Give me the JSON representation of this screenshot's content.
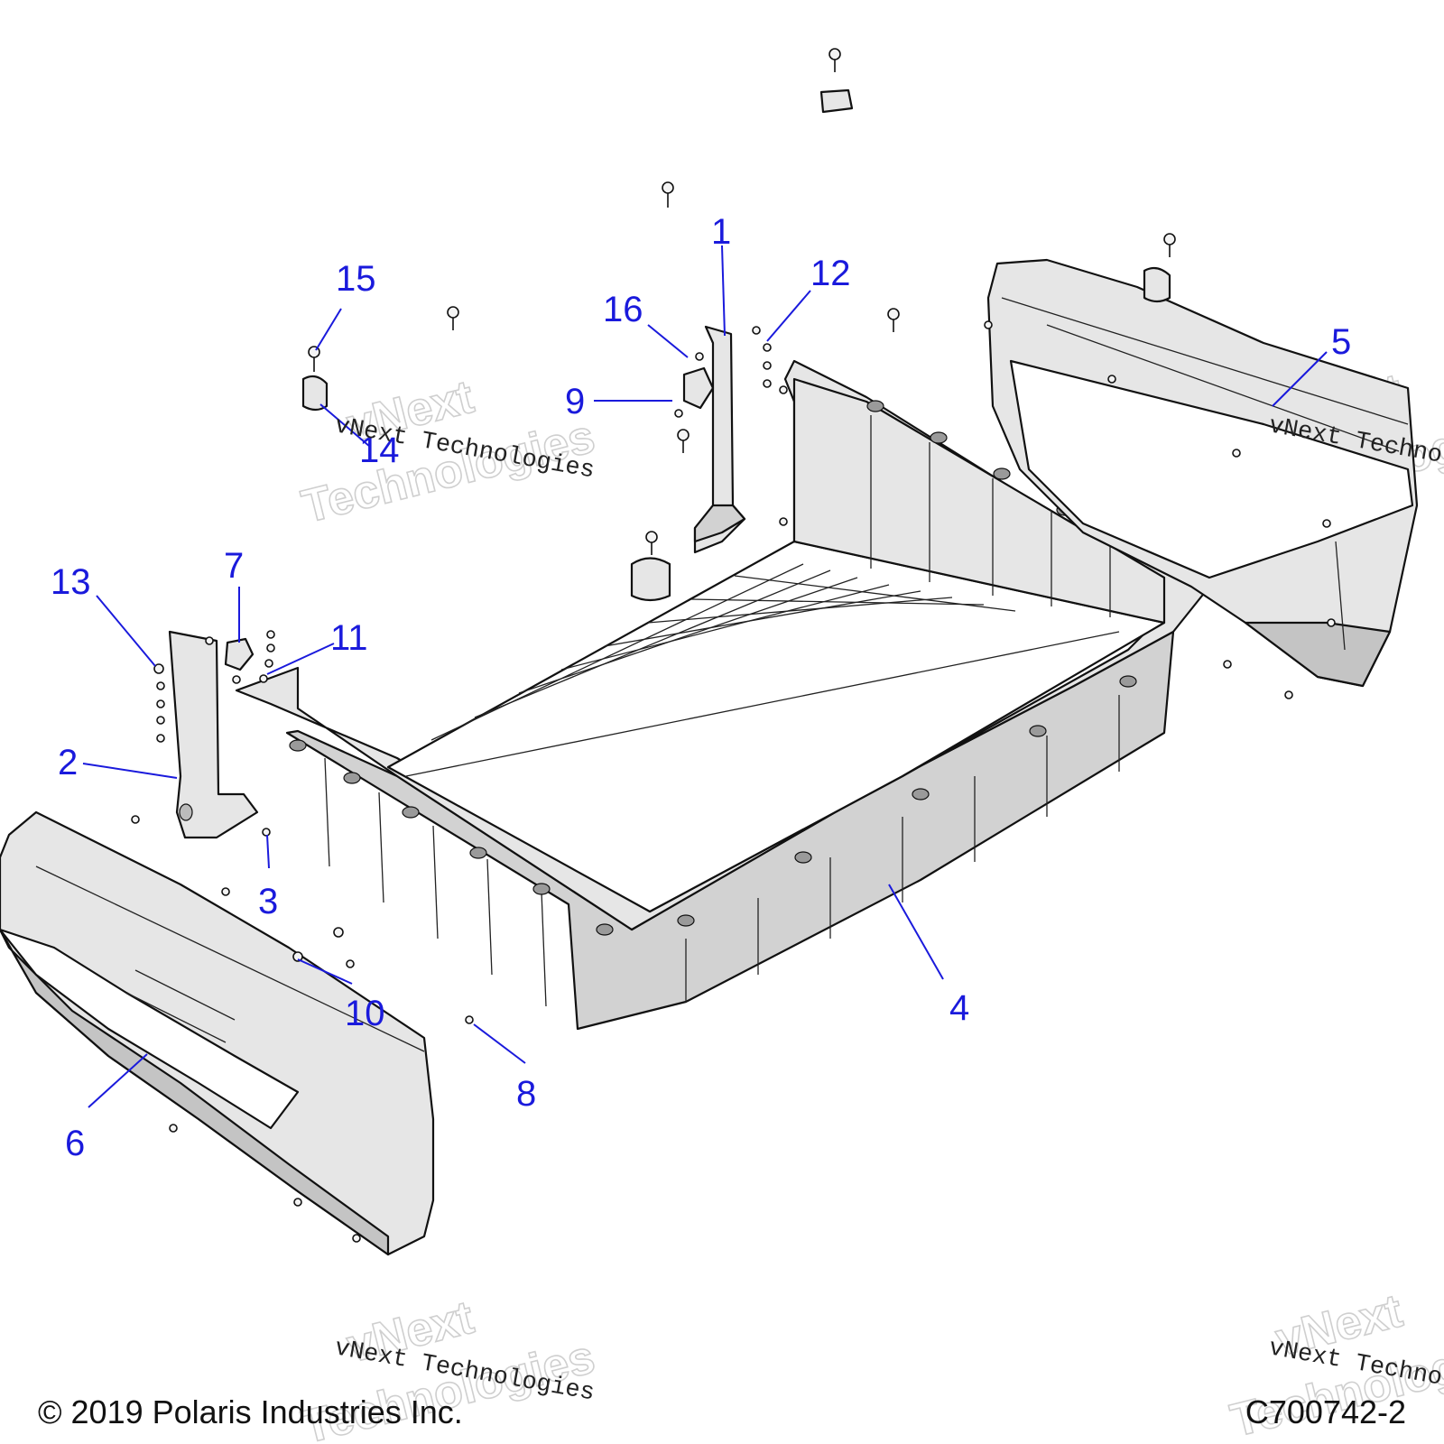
{
  "callouts": [
    {
      "n": "1"
    },
    {
      "n": "2"
    },
    {
      "n": "3"
    },
    {
      "n": "4"
    },
    {
      "n": "5"
    },
    {
      "n": "6"
    },
    {
      "n": "7"
    },
    {
      "n": "8"
    },
    {
      "n": "9"
    },
    {
      "n": "10"
    },
    {
      "n": "11"
    },
    {
      "n": "12"
    },
    {
      "n": "13"
    },
    {
      "n": "14"
    },
    {
      "n": "15"
    },
    {
      "n": "16"
    }
  ],
  "watermark": {
    "brand": "vNext",
    "word": "Technologies",
    "line": "vNext Technologies"
  },
  "footer": {
    "copyright": "© 2019 Polaris Industries Inc.",
    "drawing_id": "C700742-2"
  },
  "colors": {
    "callout": "#1a1adc",
    "line": "#111111",
    "part_fill": "#e6e6e6"
  }
}
